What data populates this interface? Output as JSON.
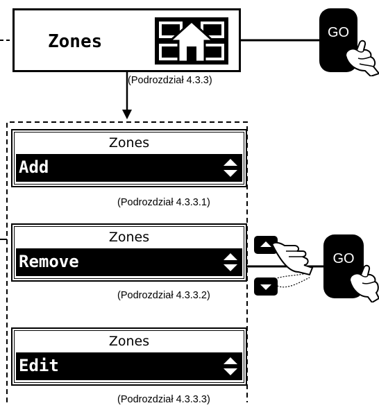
{
  "main_screen": {
    "title": "Zones",
    "icon": "home-icon"
  },
  "captions": {
    "main": "(Podrozdział 4.3.3)",
    "add": "(Podrozdział 4.3.3.1)",
    "remove": "(Podrozdział 4.3.3.2)",
    "edit": "(Podrozdział 4.3.3.3)"
  },
  "submenu": [
    {
      "title": "Zones",
      "option": "Add"
    },
    {
      "title": "Zones",
      "option": "Remove"
    },
    {
      "title": "Zones",
      "option": "Edit"
    }
  ],
  "buttons": {
    "go_top": "GO",
    "go_side": "GO",
    "up": "up-arrow-icon",
    "down": "down-arrow-icon"
  }
}
